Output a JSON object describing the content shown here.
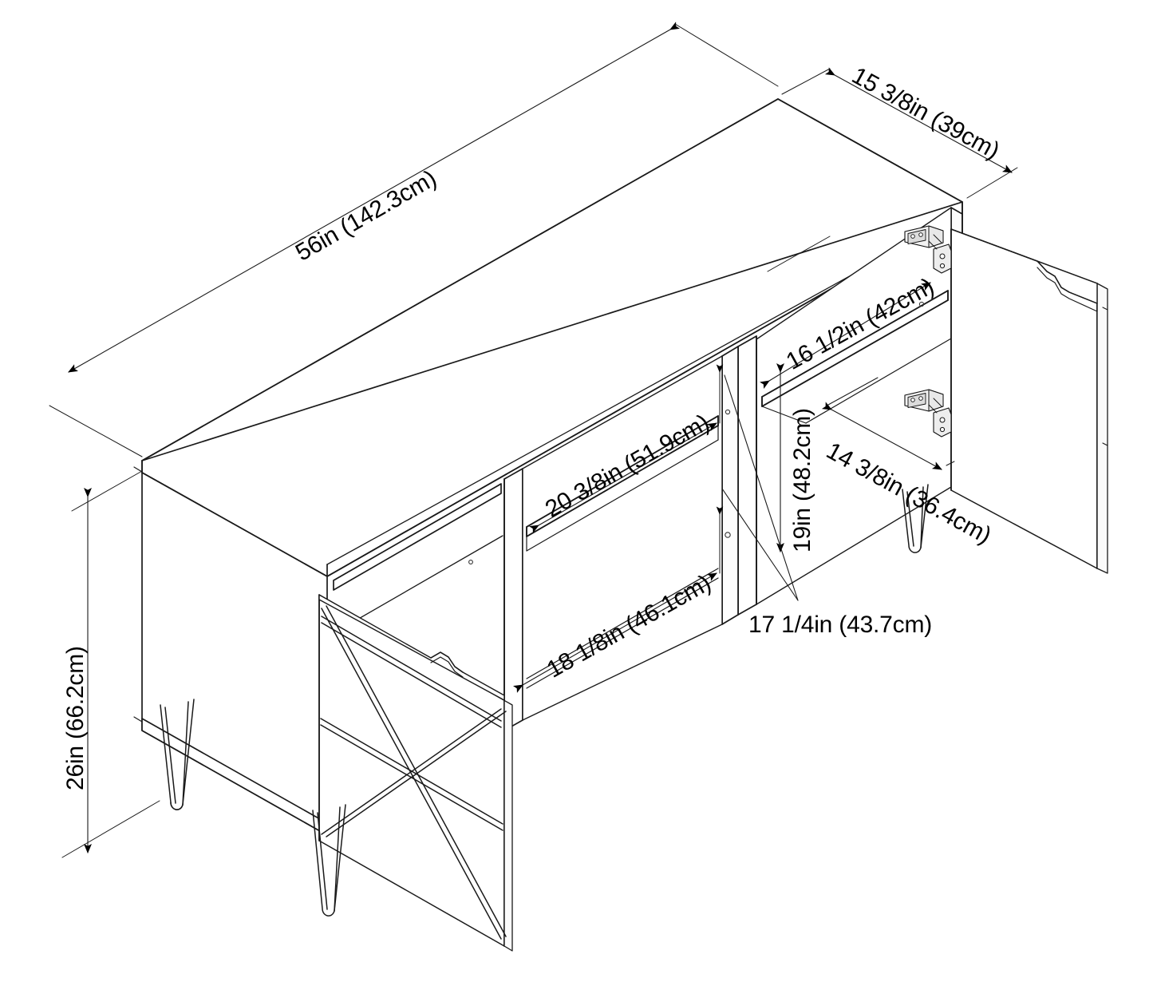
{
  "drawing": {
    "title": "Sideboard / TV stand assembly dimension drawing",
    "view": "isometric exploded dimension view",
    "units": "inches and centimeters",
    "line_color": "#1a1a1a",
    "background_color": "#ffffff",
    "dimension_text_color": "#000000"
  },
  "dimensions": {
    "overall_width": {
      "label": "56in (142.3cm)",
      "name": "overall-width",
      "imperial": "56in",
      "metric": "142.3cm",
      "orientation": "diagonal-top-left"
    },
    "overall_depth": {
      "label": "15 3/8in (39cm)",
      "name": "overall-depth",
      "imperial": "15 3/8in",
      "metric": "39cm",
      "orientation": "diagonal-top-right"
    },
    "overall_height": {
      "label": "26in (66.2cm)",
      "name": "overall-height",
      "imperial": "26in",
      "metric": "66.2cm",
      "orientation": "vertical-left"
    },
    "cabinet_interior_depth": {
      "label": "16 1/2in (42cm)",
      "name": "cabinet-interior-depth",
      "imperial": "16 1/2in",
      "metric": "42cm",
      "orientation": "diagonal-right"
    },
    "cabinet_interior_height": {
      "label": "19in (48.2cm)",
      "name": "cabinet-interior-height",
      "imperial": "19in",
      "metric": "48.2cm",
      "orientation": "vertical-center-right"
    },
    "door_panel_width": {
      "label": "14 3/8in (36.4cm)",
      "name": "door-panel-width",
      "imperial": "14 3/8in",
      "metric": "36.4cm",
      "orientation": "diagonal-right-lower"
    },
    "upper_shelf_width": {
      "label": "20 3/8in (51.9cm)",
      "name": "upper-shelf-width",
      "imperial": "20 3/8in",
      "metric": "51.9cm",
      "orientation": "diagonal-center"
    },
    "lower_shelf_width": {
      "label": "18 1/8in (46.1cm)",
      "name": "lower-shelf-width",
      "imperial": "18 1/8in",
      "metric": "46.1cm",
      "orientation": "diagonal-center-lower"
    },
    "compartment_opening": {
      "label": "17 1/4in (43.7cm)",
      "name": "compartment-opening",
      "imperial": "17 1/4in",
      "metric": "43.7cm",
      "orientation": "horizontal"
    }
  },
  "components": {
    "top_panel": "cabinet-top-panel",
    "left_side_panel": "cabinet-left-side-panel",
    "right_side_panel": "cabinet-right-side-panel",
    "center_divider_left": "center-divider-left",
    "center_divider_right": "center-divider-right",
    "middle_shelf_open": "open-compartment-shelf",
    "cabinet_shelf_right": "right-cabinet-shelf",
    "left_door": "left-door-panel-open",
    "right_door": "right-door-panel-open",
    "left_door_x_pattern": "left-door-x-decoration",
    "hinges": [
      "hinge-top-right",
      "hinge-bottom-right"
    ],
    "legs": [
      "hairpin-leg-front-left",
      "hairpin-leg-center-left",
      "hairpin-leg-right"
    ]
  }
}
